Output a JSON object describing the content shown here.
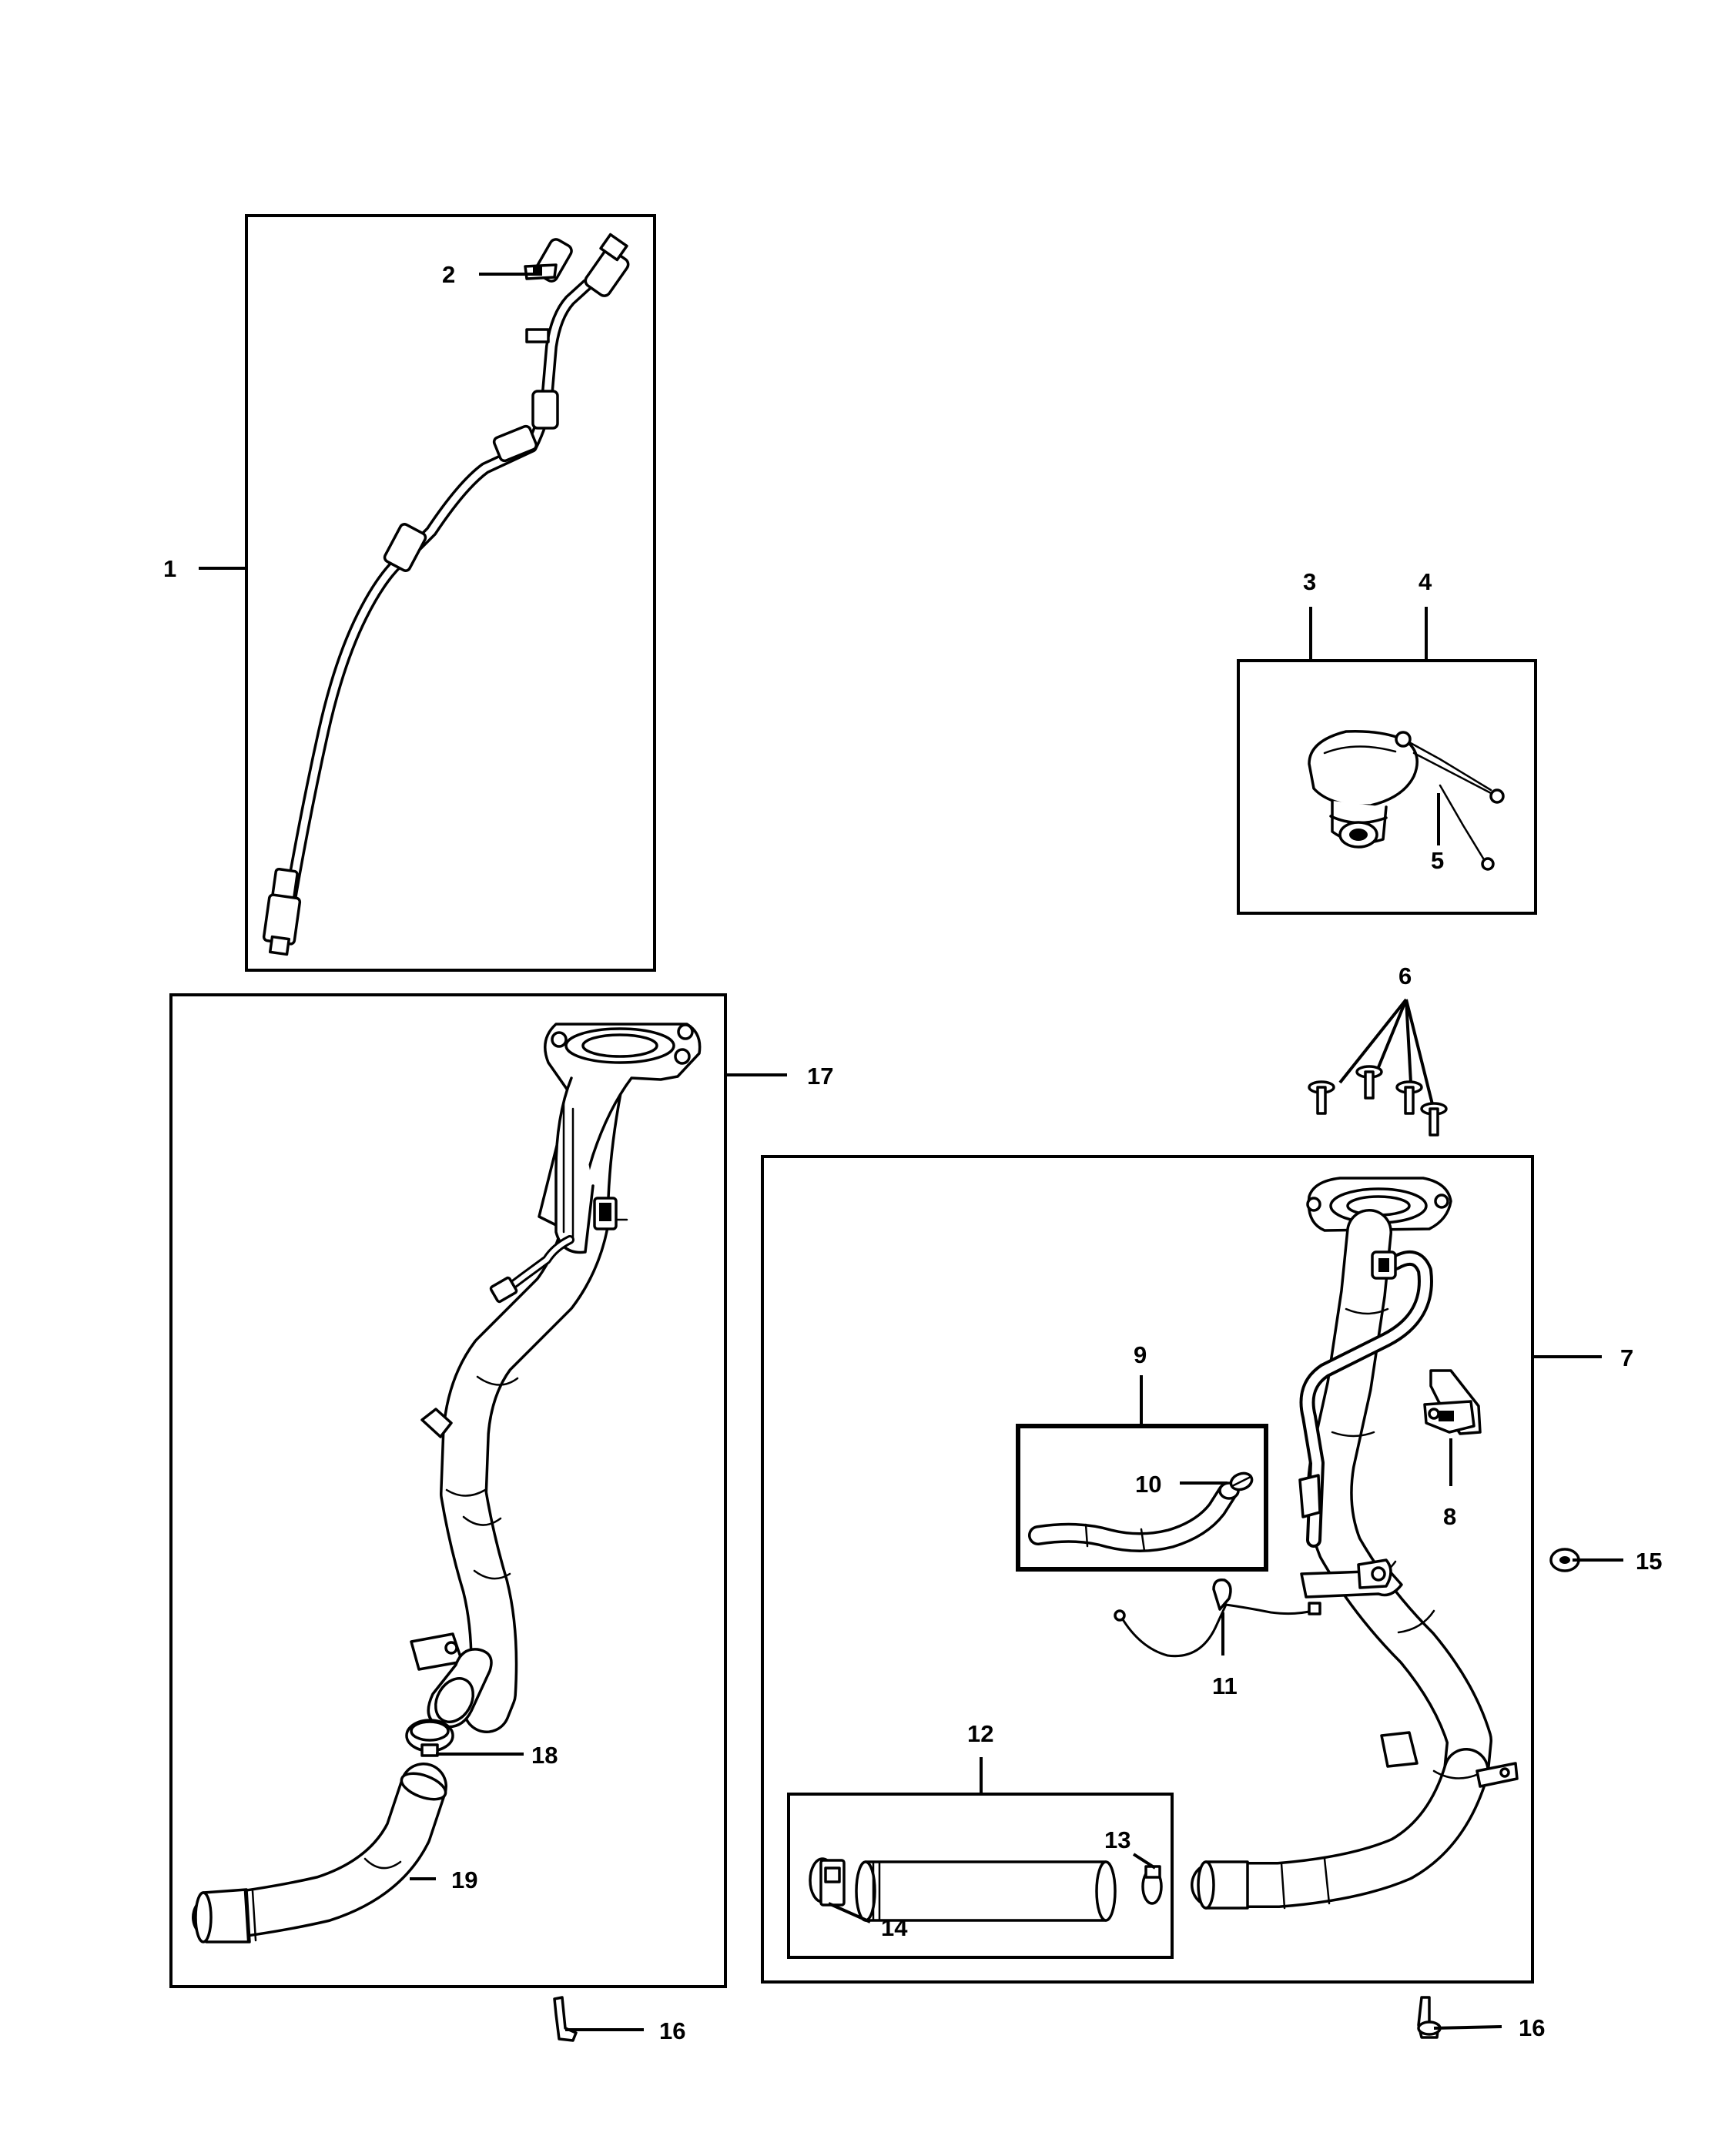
{
  "callouts": {
    "c1": "1",
    "c2": "2",
    "c3": "3",
    "c4": "4",
    "c5": "5",
    "c6": "6",
    "c7": "7",
    "c8": "8",
    "c9": "9",
    "c10": "10",
    "c11": "11",
    "c12": "12",
    "c13": "13",
    "c14": "14",
    "c15": "15",
    "c16a": "16",
    "c16b": "16",
    "c17": "17",
    "c18": "18",
    "c19": "19"
  }
}
